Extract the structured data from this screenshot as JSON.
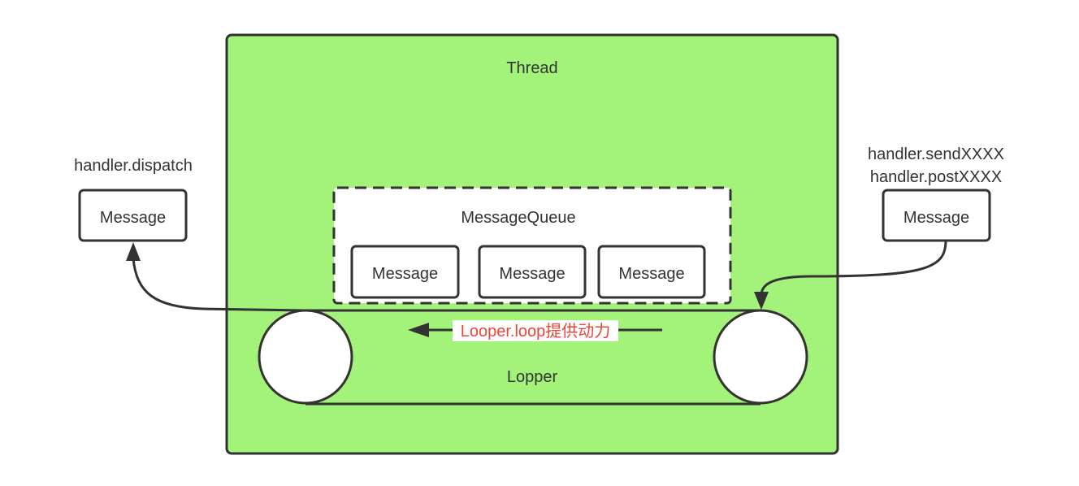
{
  "thread": {
    "label": "Thread",
    "fill": "#a3f27a"
  },
  "message_queue": {
    "label": "MessageQueue",
    "messages": [
      "Message",
      "Message",
      "Message"
    ]
  },
  "dispatch": {
    "label": "handler.dispatch",
    "message": "Message"
  },
  "send": {
    "label_line1": "handler.sendXXXX",
    "label_line2": "handler.postXXXX",
    "message": "Message"
  },
  "looper": {
    "label": "Lopper",
    "loop_label": "Looper.loop提供动力",
    "loop_label_color": "#e8463a"
  },
  "colors": {
    "stroke": "#333333",
    "background": "#ffffff"
  }
}
